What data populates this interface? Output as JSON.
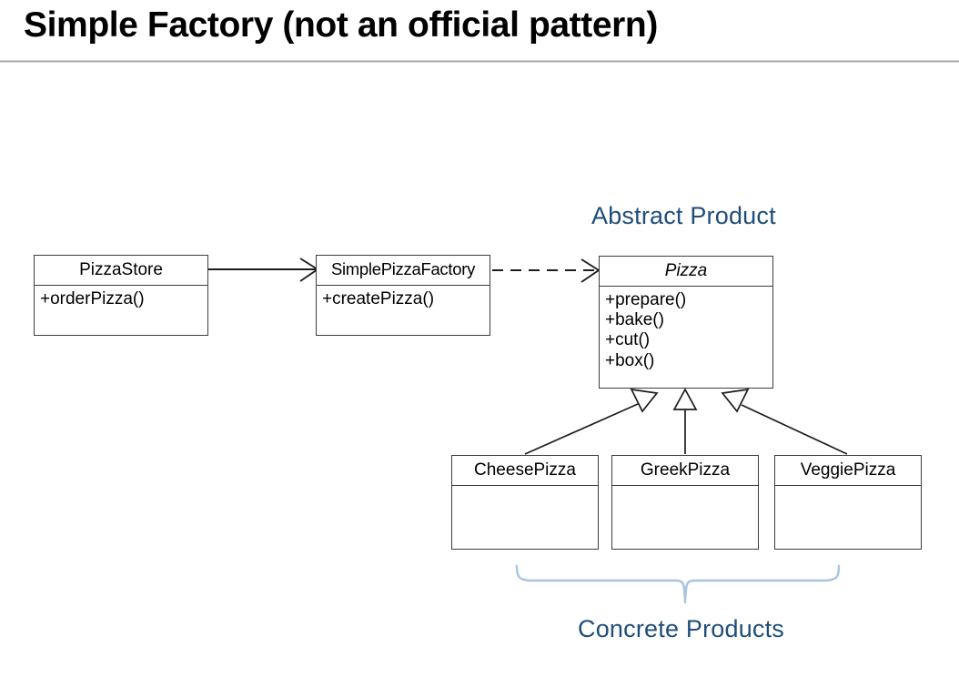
{
  "slide": {
    "title": "Simple Factory (not an official pattern)"
  },
  "diagram": {
    "type": "uml-class-diagram",
    "classes": [
      {
        "id": "pizzastore",
        "name": "PizzaStore",
        "abstract": false,
        "operations": [
          "+orderPizza()"
        ]
      },
      {
        "id": "simplepizzafactory",
        "name": "SimplePizzaFactory",
        "abstract": false,
        "operations": [
          "+createPizza()"
        ]
      },
      {
        "id": "pizza",
        "name": "Pizza",
        "abstract": true,
        "operations": [
          "+prepare()",
          "+bake()",
          "+cut()",
          "+box()"
        ]
      },
      {
        "id": "cheesepizza",
        "name": "CheesePizza",
        "abstract": false,
        "operations": []
      },
      {
        "id": "greekpizza",
        "name": "GreekPizza",
        "abstract": false,
        "operations": []
      },
      {
        "id": "veggiepizza",
        "name": "VeggiePizza",
        "abstract": false,
        "operations": []
      }
    ],
    "relations": [
      {
        "kind": "association",
        "from": "pizzastore",
        "to": "simplepizzafactory",
        "style": "solid"
      },
      {
        "kind": "dependency",
        "from": "simplepizzafactory",
        "to": "pizza",
        "style": "dashed"
      },
      {
        "kind": "generalization",
        "from": "cheesepizza",
        "to": "pizza",
        "style": "solid"
      },
      {
        "kind": "generalization",
        "from": "greekpizza",
        "to": "pizza",
        "style": "solid"
      },
      {
        "kind": "generalization",
        "from": "veggiepizza",
        "to": "pizza",
        "style": "solid"
      }
    ],
    "annotations": [
      {
        "id": "abstract-product",
        "text": "Abstract Product"
      },
      {
        "id": "concrete-products",
        "text": "Concrete Products"
      }
    ]
  },
  "colors": {
    "annotation_blue": "#1f4e79",
    "brace_blue": "#a8c4de",
    "box_border": "#3c3c3c",
    "rule_gray": "#9a9a9a"
  }
}
